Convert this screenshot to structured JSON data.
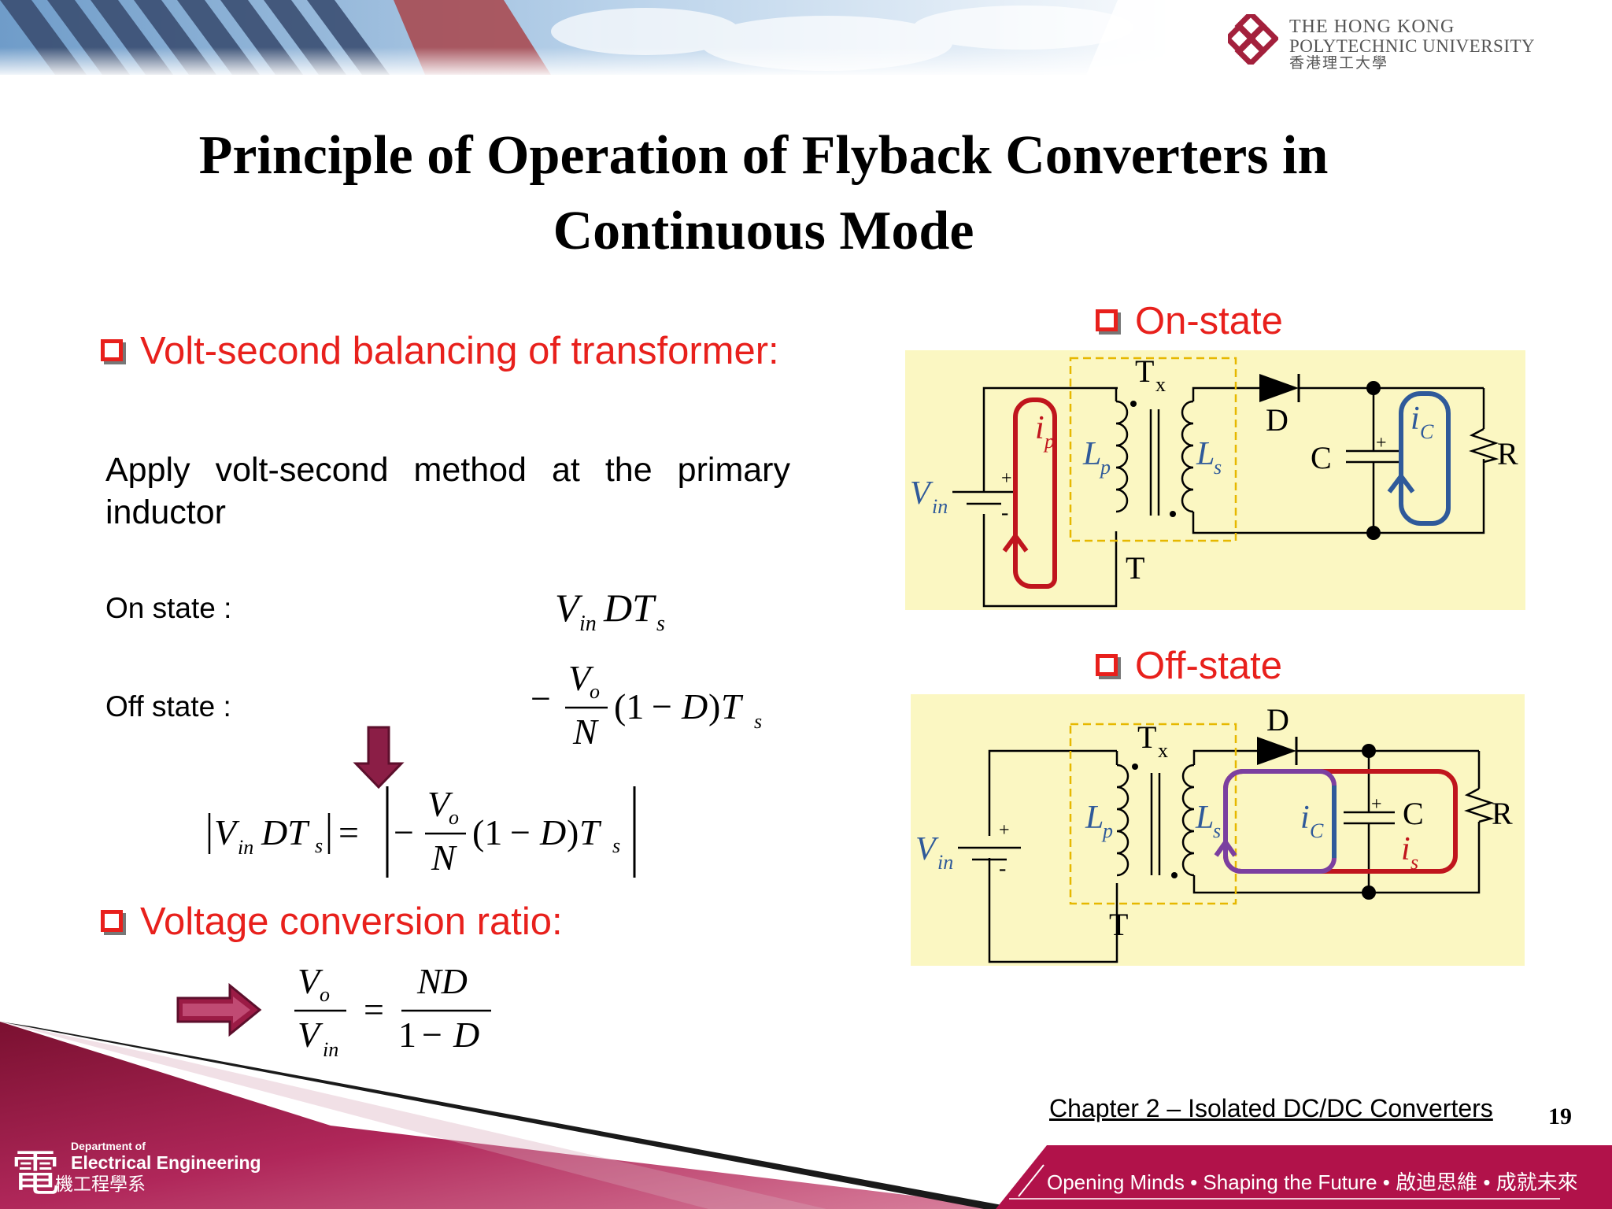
{
  "header": {
    "university_line1": "THE HONG KONG",
    "university_line2": "POLYTECHNIC UNIVERSITY",
    "university_line3": "香港理工大學"
  },
  "slide": {
    "title_line1": "Principle of Operation of Flyback Converters in",
    "title_line2": "Continuous Mode"
  },
  "left": {
    "heading1": "Volt-second balancing of transformer:",
    "body": "Apply volt-second method at the primary inductor",
    "on_label": "On state :",
    "off_label": "Off state :",
    "heading2": "Voltage conversion ratio:"
  },
  "right": {
    "on_heading": "On-state",
    "off_heading": "Off-state"
  },
  "footer": {
    "chapter": "Chapter 2 – Isolated DC/DC Converters",
    "page_number": "19",
    "dept_line1": "Department of",
    "dept_line2": "Electrical Engineering",
    "dept_line3": "機工程學系",
    "dept_glyph": "電",
    "slogan": "Opening Minds • Shaping the Future • 啟迪思維 • 成就未來"
  },
  "colors": {
    "accent_red": "#e8201c",
    "maroon": "#9b1b45",
    "circuit_bg": "#fbf7c2",
    "current_red": "#c0151d",
    "current_blue": "#2f5a9a",
    "current_purple": "#7b3fa0"
  }
}
